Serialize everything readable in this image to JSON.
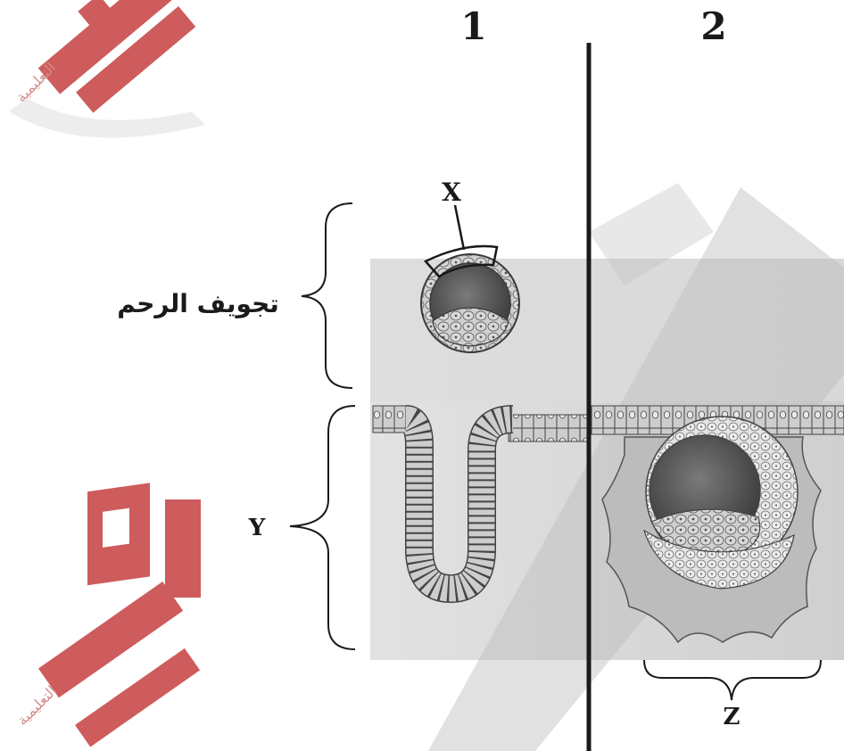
{
  "panels": [
    {
      "number": "1"
    },
    {
      "number": "2"
    }
  ],
  "labels": {
    "x": "X",
    "y": "Y",
    "z": "Z",
    "uterine_cavity": "تجويف الرحم"
  },
  "colors": {
    "background_tissue": "#d6d6d6",
    "cells": "#c4c4c4",
    "outline": "#3a3a3a",
    "watermark_red": "#c23a3a",
    "divider": "#1a1a1a"
  }
}
